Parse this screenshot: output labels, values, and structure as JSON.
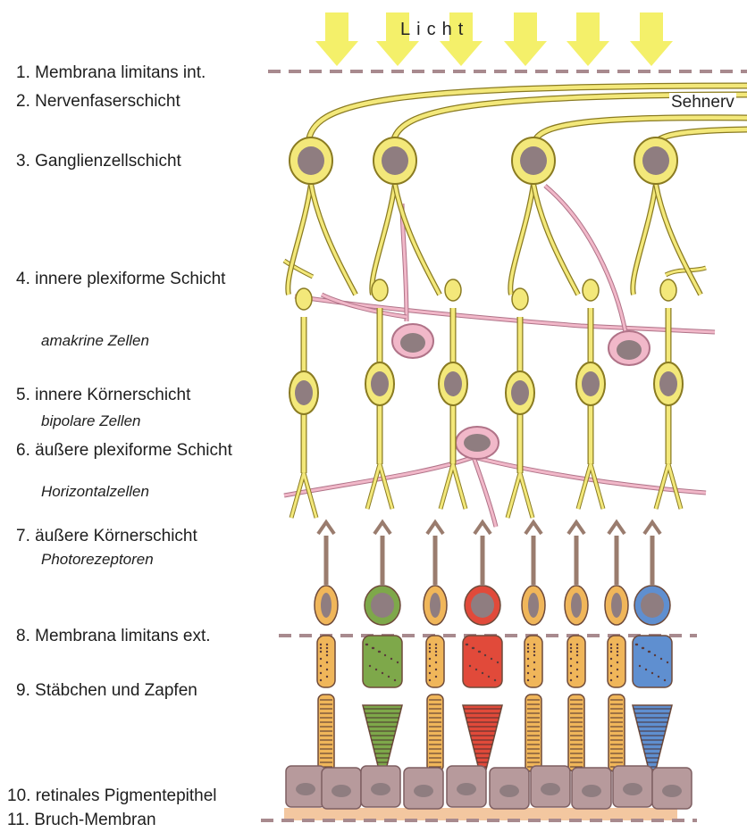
{
  "title": "Licht",
  "nerve_label": "Sehnerv",
  "layers": [
    {
      "num": "1.",
      "label": "Membrana limitans int."
    },
    {
      "num": "2.",
      "label": "Nervenfaserschicht"
    },
    {
      "num": "3.",
      "label": "Ganglienzellschicht"
    },
    {
      "num": "4.",
      "label": "innere plexiforme Schicht"
    },
    {
      "num": "5.",
      "label": "innere Körnerschicht"
    },
    {
      "num": "6.",
      "label": "äußere plexiforme Schicht"
    },
    {
      "num": "7.",
      "label": "äußere Körnerschicht"
    },
    {
      "num": "8.",
      "label": "Membrana limitans ext."
    },
    {
      "num": "9.",
      "label": "Stäbchen und Zapfen"
    },
    {
      "num": "10.",
      "label": "retinales Pigmentepithel"
    },
    {
      "num": "11.",
      "label": "Bruch-Membran"
    }
  ],
  "sublabels": {
    "amakrine": "amakrine Zellen",
    "bipolar": "bipolare Zellen",
    "horizontal": "Horizontalzellen",
    "photo": "Photorezeptoren"
  },
  "colors": {
    "light_arrow": "#f4f06a",
    "neuron": "#f3e87a",
    "neuron_outline": "#8a7b22",
    "nucleus": "#8f7d80",
    "amacrine": "#f1b8c9",
    "membrane_dash": "#a88a8e",
    "pigment_epithelium": "#b79a9c",
    "rod": "#f0b65a",
    "cone_green": "#7ea84a",
    "cone_red": "#e14a3a",
    "cone_blue": "#5f8fd0"
  }
}
